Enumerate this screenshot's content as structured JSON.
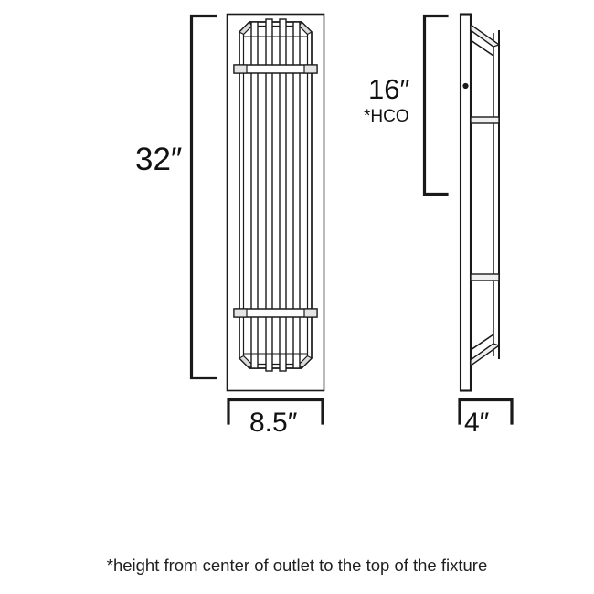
{
  "diagram": {
    "type": "product-dimension-drawing",
    "subject": "wall sconce light fixture",
    "views": [
      {
        "name": "front-view",
        "label": ""
      },
      {
        "name": "side-view",
        "label": ""
      }
    ],
    "dimensions": {
      "height": "32″",
      "height_value": 32,
      "height_unit": "inches",
      "hco_height": "16″",
      "hco_value": 16,
      "hco_note": "*HCO",
      "width": "8.5″",
      "width_value": 8.5,
      "depth": "4″",
      "depth_value": 4
    },
    "footnote": "*height from center of outlet to the top of the fixture",
    "colors": {
      "line": "#1a1a1a",
      "fill": "#ffffff",
      "shade": "#e8e8e8",
      "text": "#111111"
    }
  }
}
